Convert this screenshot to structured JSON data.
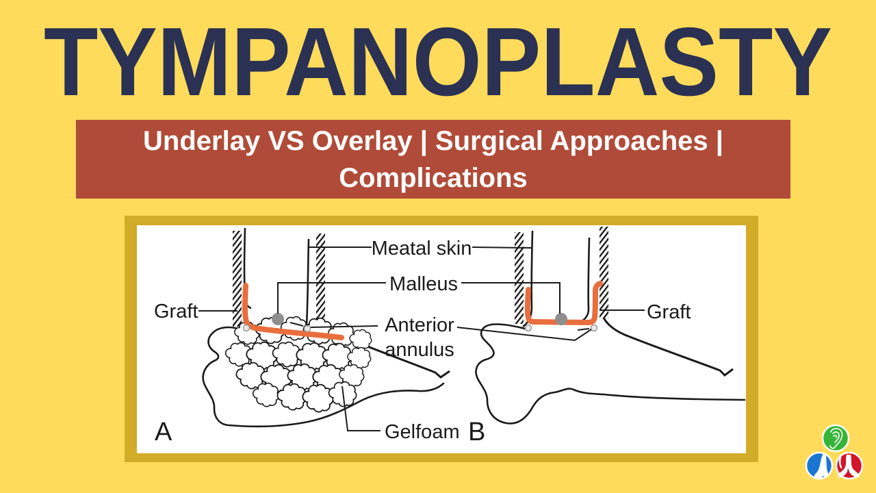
{
  "title": "TYMPANOPLASTY",
  "subtitle": {
    "line1": "Underlay VS Overlay | Surgical Approaches |",
    "line2": "Complications"
  },
  "diagram": {
    "labels": {
      "meatal_skin": "Meatal skin",
      "malleus": "Malleus",
      "anterior_line1": "Anterior",
      "anterior_line2": "annulus",
      "gelfoam": "Gelfoam",
      "graft_left": "Graft",
      "graft_right": "Graft",
      "panel_a": "A",
      "panel_b": "B"
    }
  },
  "logo": {
    "ear_color": "#35B437",
    "nose_color": "#1B76D1",
    "throat_color": "#D3142B"
  },
  "colors": {
    "background": "#FFDB5C",
    "title_text": "#2A3152",
    "banner_background": "#AF4B38",
    "banner_text": "#FFFFFF",
    "frame_gold": "#D2AC29",
    "panel_background": "#FFFFFF",
    "line_black": "#1A1A1A",
    "graft_orange": "#E96E3D",
    "malleus_gray": "#8E8E8E"
  }
}
